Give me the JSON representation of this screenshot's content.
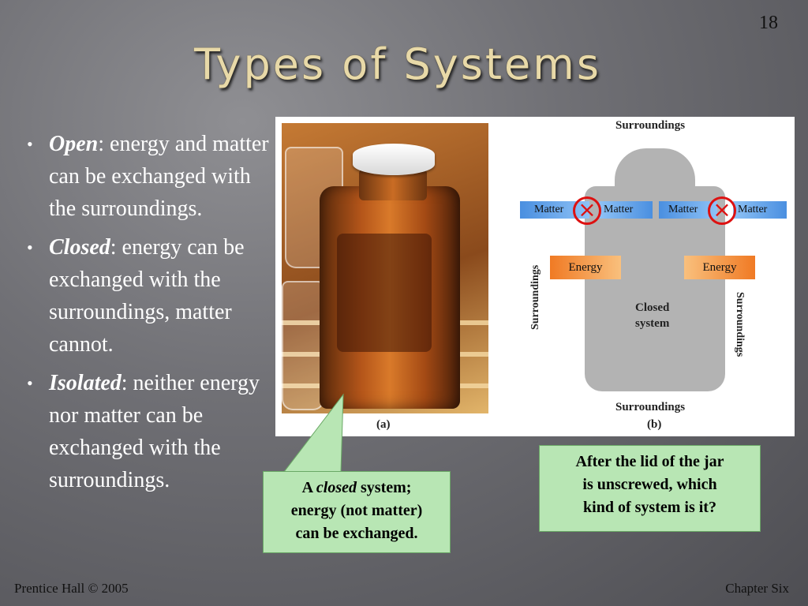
{
  "slide": {
    "number": "18",
    "title": "Types of Systems"
  },
  "bullets": [
    {
      "term": "Open",
      "text": ": energy and matter can be exchanged with the surroundings."
    },
    {
      "term": "Closed",
      "text": ": energy can be exchanged with the surroundings, matter cannot."
    },
    {
      "term": "Isolated",
      "text": ": neither energy nor matter can be exchanged with the surroundings."
    }
  ],
  "figure": {
    "label_a": "(a)",
    "label_b": "(b)",
    "surroundings_top": "Surroundings",
    "surroundings_bottom": "Surroundings",
    "surroundings_left": "Surroundings",
    "surroundings_right": "Surroundings",
    "matter_labels": [
      "Matter",
      "Matter",
      "Matter",
      "Matter"
    ],
    "energy_labels": [
      "Energy",
      "Energy"
    ],
    "system_label_line1": "Closed",
    "system_label_line2": "system"
  },
  "callouts": {
    "left": {
      "prefix": "A ",
      "italic": "closed",
      "rest1": " system;",
      "line2": "energy (not matter)",
      "line3": "can be exchanged."
    },
    "right": {
      "line1": "After the lid of the jar",
      "line2": "is unscrewed, which",
      "line3": "kind of system is it?"
    }
  },
  "footer": {
    "left": "Prentice Hall © 2005",
    "right": "Chapter Six"
  },
  "colors": {
    "title": "#e8d9a8",
    "callout_bg": "#b8e6b4",
    "matter_arrow": "#4a8fe0",
    "energy_arrow": "#f07a24",
    "x_mark": "#dd1111"
  }
}
